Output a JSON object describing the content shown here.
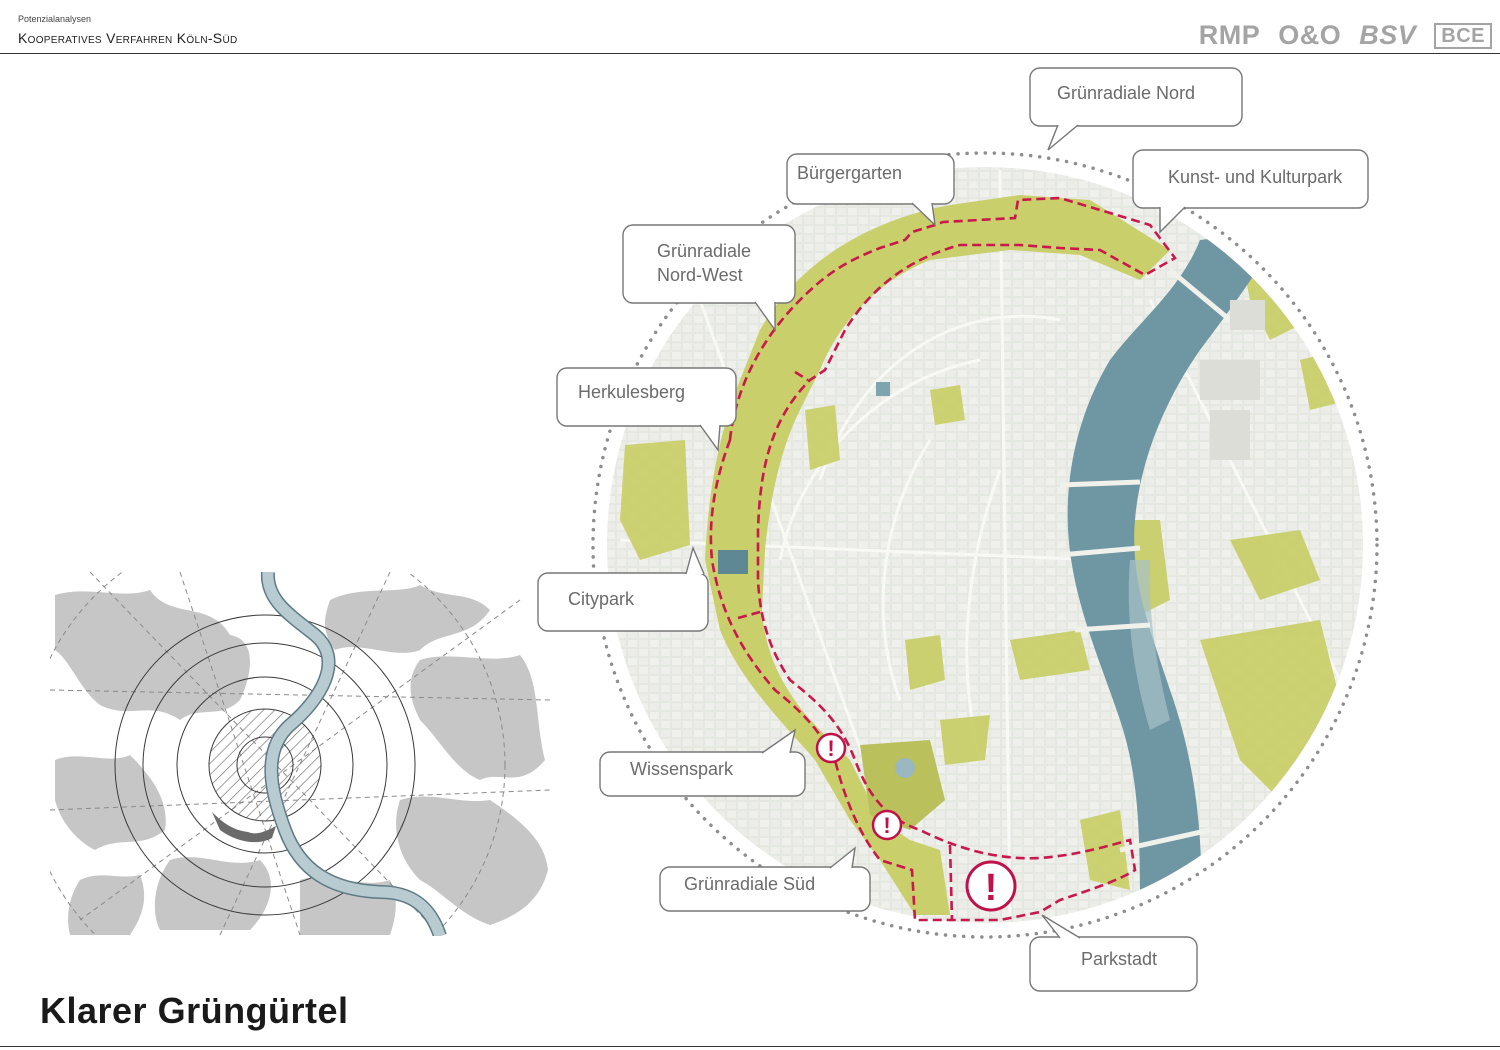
{
  "header": {
    "subtitle": "Potenzialanalysen",
    "title": "Kooperatives Verfahren Köln-Süd"
  },
  "logos": [
    "RMP",
    "O&O",
    "BSV",
    "BCE"
  ],
  "footer": {
    "title": "Klarer Grüngürtel"
  },
  "callouts": [
    {
      "id": "gruenradiale-nord",
      "lines": [
        "Grünradiale Nord"
      ]
    },
    {
      "id": "kunst-und-kulturpark",
      "lines": [
        "Kunst- und Kulturpark"
      ]
    },
    {
      "id": "buergergarten",
      "lines": [
        "Bürgergarten"
      ]
    },
    {
      "id": "gruenradiale-nord-west",
      "lines": [
        "Grünradiale",
        "Nord-West"
      ]
    },
    {
      "id": "herkulesberg",
      "lines": [
        "Herkulesberg"
      ]
    },
    {
      "id": "citypark",
      "lines": [
        "Citypark"
      ]
    },
    {
      "id": "wissenspark",
      "lines": [
        "Wissenspark"
      ]
    },
    {
      "id": "gruenradiale-sued",
      "lines": [
        "Grünradiale Süd"
      ]
    },
    {
      "id": "parkstadt",
      "lines": [
        "Parkstadt"
      ]
    }
  ],
  "warning_marker": "!",
  "colors": {
    "green_belt": "#c9cf6a",
    "boundary_dash": "#c8184c",
    "river": "#6f97a3",
    "city_base": "#e6e7e2",
    "locator_grey": "#c4c4c4",
    "callout_border": "#777777"
  }
}
